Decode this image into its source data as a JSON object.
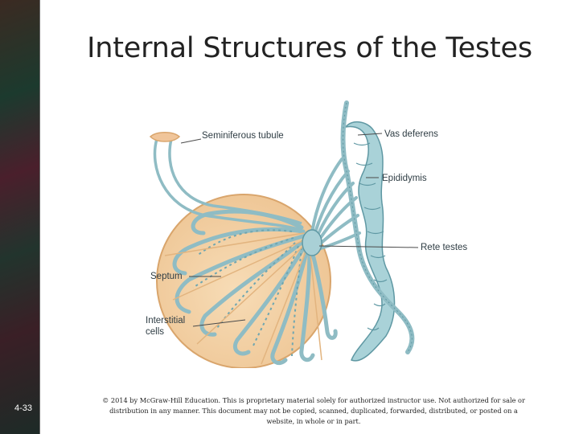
{
  "slide": {
    "title": "Internal Structures of the Testes",
    "number": "4-33",
    "copyright": "© 2014 by McGraw-Hill Education. This is proprietary material solely for authorized instructor use. Not authorized for sale or distribution in any manner. This document may not be copied, scanned, duplicated, forwarded, distributed, or posted on a website, in whole or in part."
  },
  "diagram": {
    "labels": {
      "seminiferous_tubule": "Seminiferous tubule",
      "vas_deferens": "Vas deferens",
      "epididymis": "Epididymis",
      "rete_testes": "Rete testes",
      "septum": "Septum",
      "interstitial_cells": "Interstitial cells"
    },
    "colors": {
      "testis_fill": "#f3d2a6",
      "testis_edge": "#d9a56c",
      "tubule": "#8fbcc4",
      "tubule_dark": "#5f98a3",
      "epididymis": "#9cc8cf",
      "leader": "#4a4a4a"
    }
  }
}
